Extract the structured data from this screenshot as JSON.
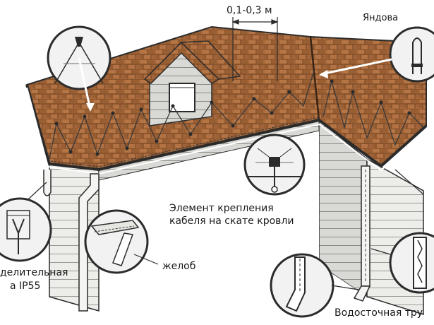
{
  "labels": {
    "spacing": "0,1-0,3 м",
    "valley": "Яндова",
    "mount_line1": "Элемент крепления",
    "mount_line2": "кабеля на скате кровли",
    "gutter": "желоб",
    "box_line1": "делительная",
    "box_line2": "а IP55",
    "downpipe": "Водосточная тру"
  },
  "colors": {
    "shingle": "#a8693a",
    "shingle_dark": "#6e4222",
    "siding": "#e9e9e6",
    "outline": "#2b2b2b",
    "cable": "#3a3a3a",
    "callout_bg": "#f2f2f2",
    "arrow": "#ffffff"
  }
}
